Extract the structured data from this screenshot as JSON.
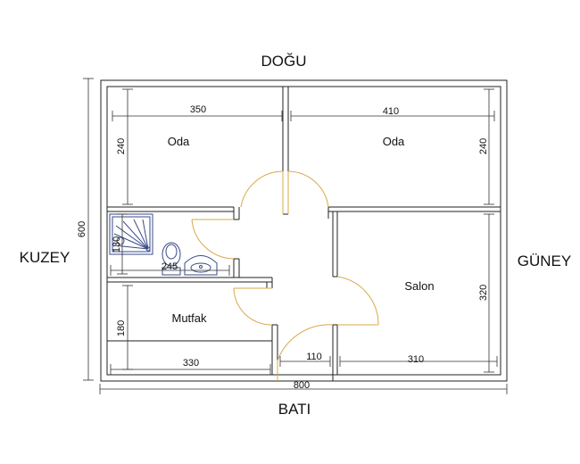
{
  "compass": {
    "north": "KUZEY",
    "east": "DOĞU",
    "south": "GÜNEY",
    "west": "BATI"
  },
  "rooms": {
    "room_left": "Oda",
    "room_right": "Oda",
    "salon": "Salon",
    "mutfak": "Mutfak"
  },
  "dimensions": {
    "total_height": "600",
    "total_width": "800",
    "room_left_width": "350",
    "room_left_height": "240",
    "room_right_width": "410",
    "room_right_height": "240",
    "bath_width": "245",
    "bath_height": "130",
    "kitchen_width": "330",
    "kitchen_height": "180",
    "entry_width": "110",
    "salon_width": "310",
    "salon_height": "320"
  },
  "colors": {
    "wall": "#222222",
    "door": "#d9a84a",
    "fixture": "#3a4a8a"
  }
}
